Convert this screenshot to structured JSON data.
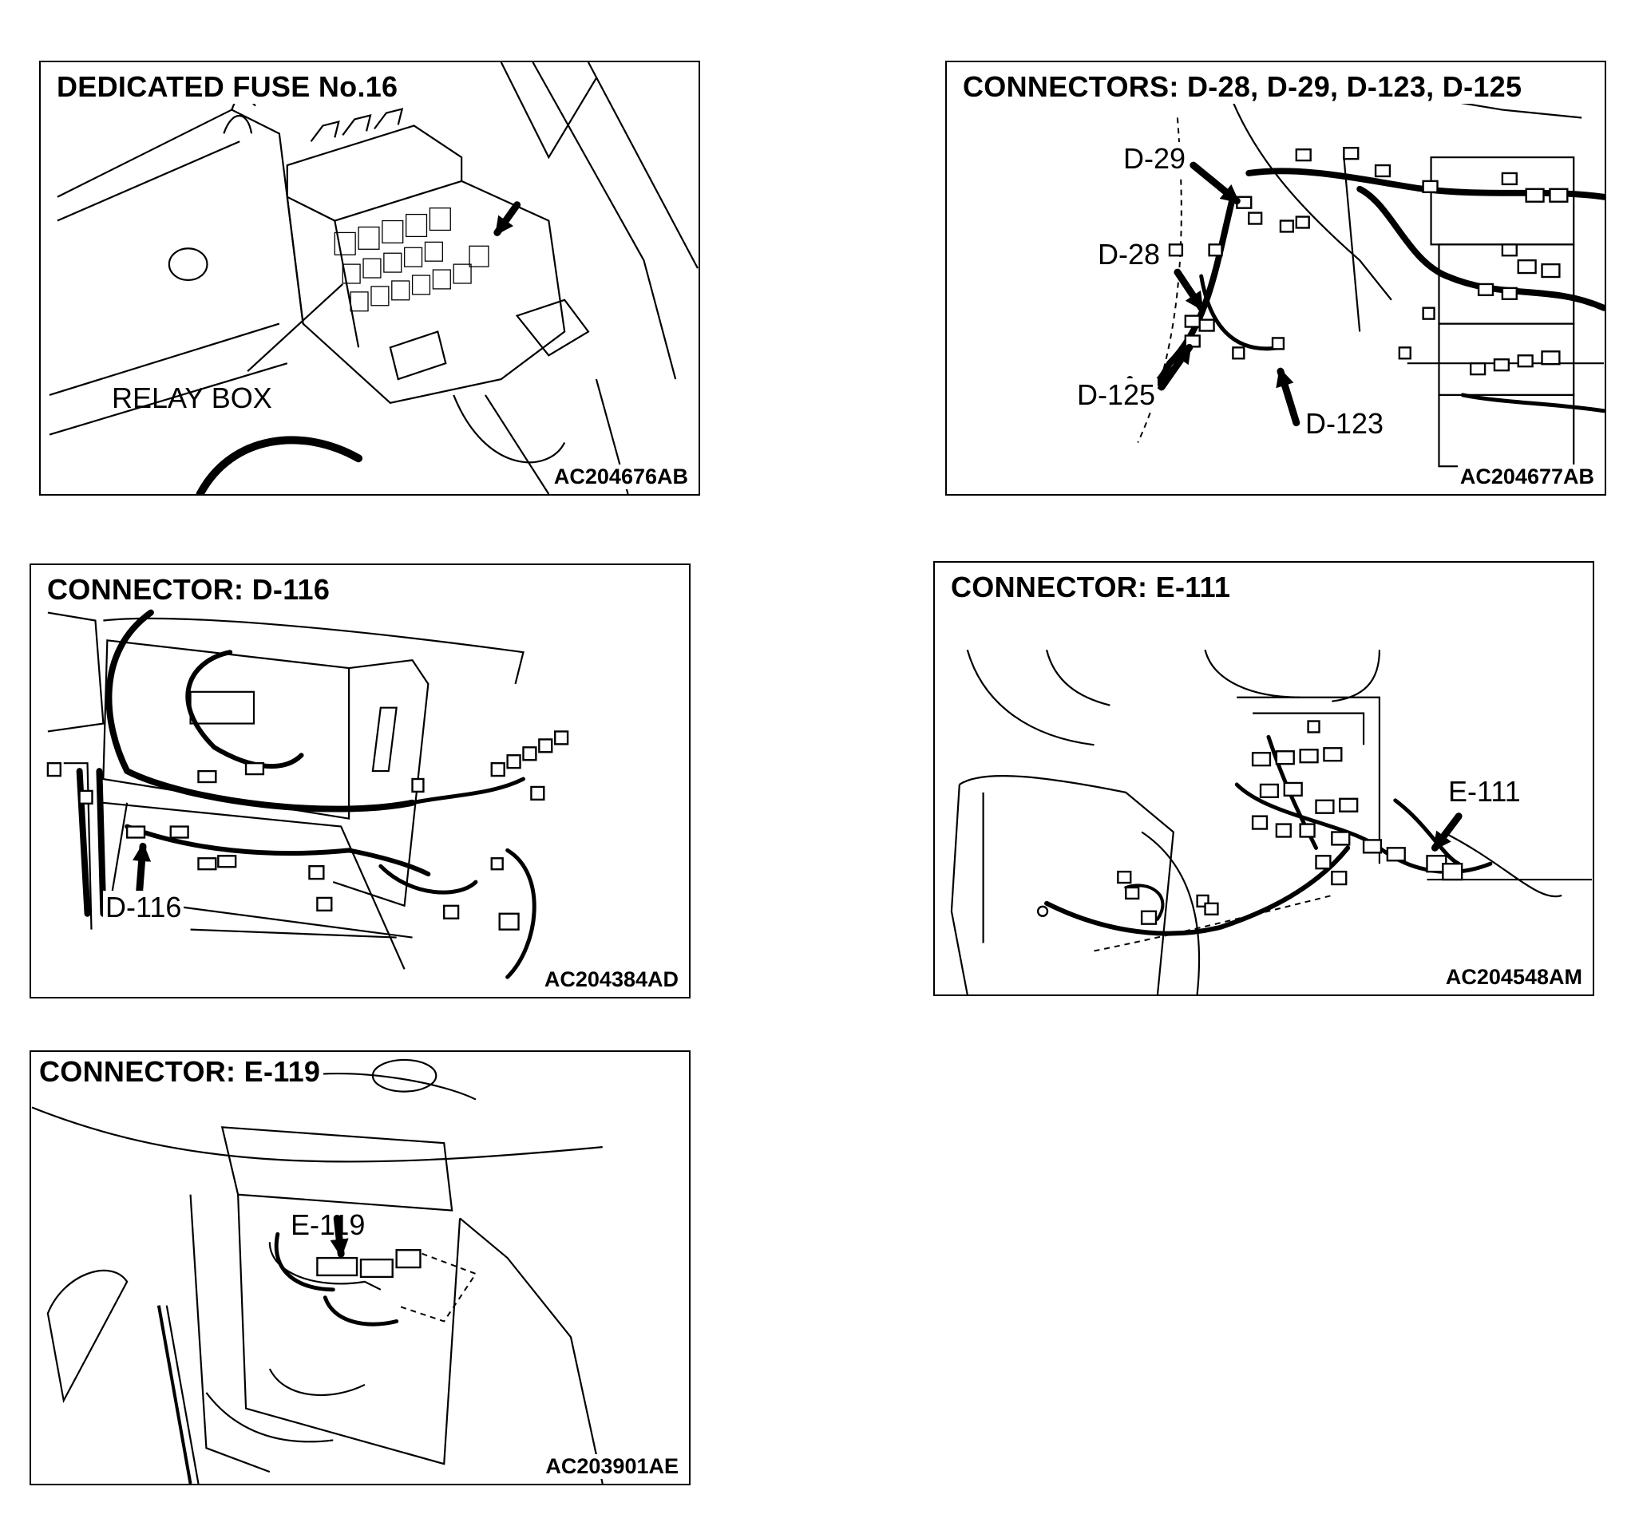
{
  "panels": [
    {
      "title": "DEDICATED FUSE No.16",
      "code": "AC204676AB",
      "callouts": [
        "RELAY BOX"
      ]
    },
    {
      "title": "CONNECTORS: D-28, D-29, D-123, D-125",
      "code": "AC204677AB",
      "callouts": [
        "D-29",
        "D-28",
        "D-125",
        "D-123"
      ]
    },
    {
      "title": "CONNECTOR: D-116",
      "code": "AC204384AD",
      "callouts": [
        "D-116"
      ]
    },
    {
      "title": "CONNECTOR: E-111",
      "code": "AC204548AM",
      "callouts": [
        "E-111"
      ]
    },
    {
      "title": "CONNECTOR: E-119",
      "code": "AC203901AE",
      "callouts": [
        "E-119"
      ]
    }
  ]
}
